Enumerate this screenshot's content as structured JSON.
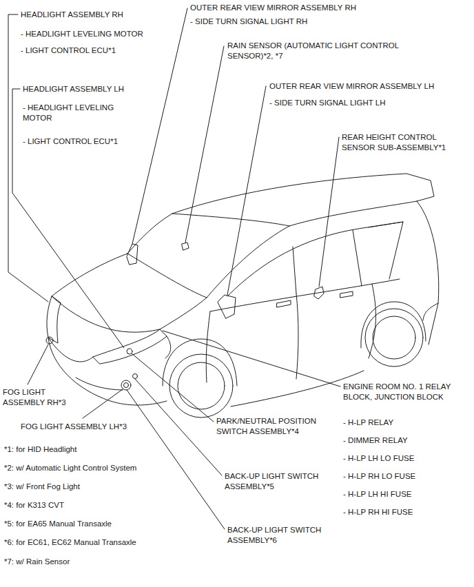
{
  "diagram": {
    "labels": [
      "HEADLIGHT ASSEMBLY RH",
      "- HEADLIGHT LEVELING MOTOR",
      "- LIGHT CONTROL ECU*1",
      "HEADLIGHT ASSEMBLY LH",
      "- HEADLIGHT LEVELING MOTOR",
      "- LIGHT CONTROL ECU*1",
      "OUTER REAR VIEW MIRROR ASSEMBLY RH",
      "- SIDE TURN SIGNAL LIGHT RH",
      "RAIN SENSOR (AUTOMATIC LIGHT CONTROL SENSOR)*2, *7",
      "OUTER REAR VIEW MIRROR ASSEMBLY LH",
      "- SIDE TURN SIGNAL LIGHT LH",
      "REAR HEIGHT CONTROL SENSOR SUB-ASSEMBLY*1",
      "FOG LIGHT ASSEMBLY RH*3",
      "FOG LIGHT ASSEMBLY LH*3",
      "PARK/NEUTRAL POSITION SWITCH ASSEMBLY*4",
      "BACK-UP LIGHT SWITCH ASSEMBLY*5",
      "BACK-UP LIGHT SWITCH ASSEMBLY*6",
      "ENGINE ROOM NO. 1 RELAY BLOCK, JUNCTION BLOCK",
      "- H-LP RELAY",
      "- DIMMER RELAY",
      "- H-LP LH LO FUSE",
      "- H-LP RH LO FUSE",
      "- H-LP LH HI FUSE",
      "- H-LP RH HI FUSE",
      "*1: for HID Headlight",
      "*2: w/ Automatic Light Control System",
      "*3: w/ Front Fog Light",
      "*4: for K313 CVT",
      "*5: for EA65 Manual Transaxle",
      "*6: for EC61, EC62 Manual Transaxle",
      "*7: w/ Rain Sensor"
    ]
  }
}
